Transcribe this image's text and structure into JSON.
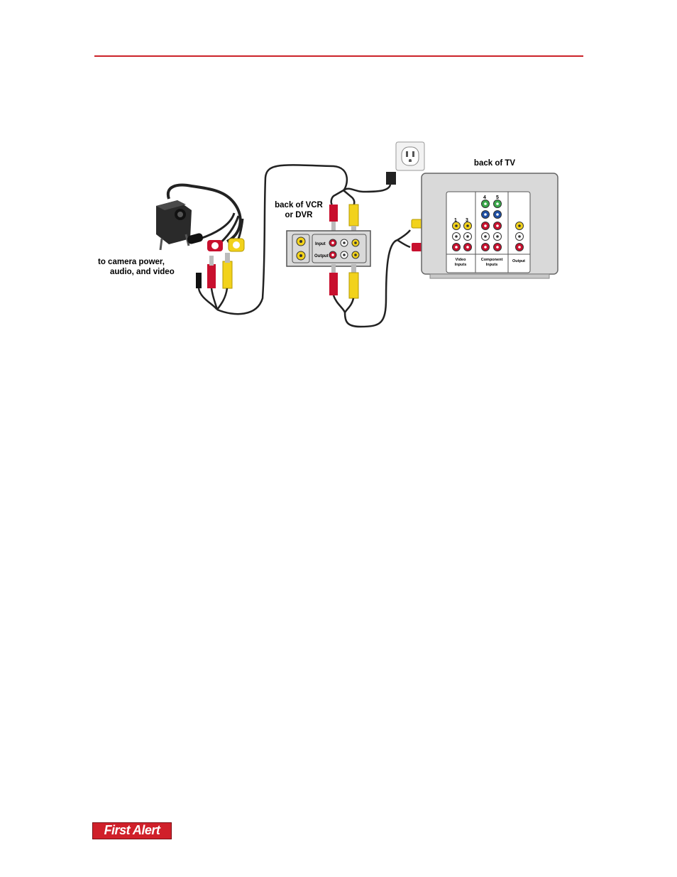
{
  "colors": {
    "rule": "#cc2229",
    "brand": "#d0202a",
    "cable_red": "#c8102e",
    "cable_yellow": "#f2d21b",
    "cable_white": "#ffffff",
    "cable_black": "#111111",
    "panel_gray": "#d9d9d9"
  },
  "diagram": {
    "camera_label_line1": "to camera power,",
    "camera_label_line2": "audio, and video",
    "vcr_label_line1": "back of VCR",
    "vcr_label_line2": "or DVR",
    "tv_label": "back of TV",
    "vcr_input_label": "Input",
    "vcr_output_label": "Output",
    "tv_video_inputs_line1": "Video",
    "tv_video_inputs_line2": "Inputs",
    "tv_component_inputs_line1": "Component",
    "tv_component_inputs_line2": "Inputs",
    "tv_output_label": "Output",
    "tv_col_1": "1",
    "tv_col_3": "3",
    "tv_col_4": "4",
    "tv_col_5": "5"
  },
  "footer": {
    "logo_text": "First Alert"
  }
}
